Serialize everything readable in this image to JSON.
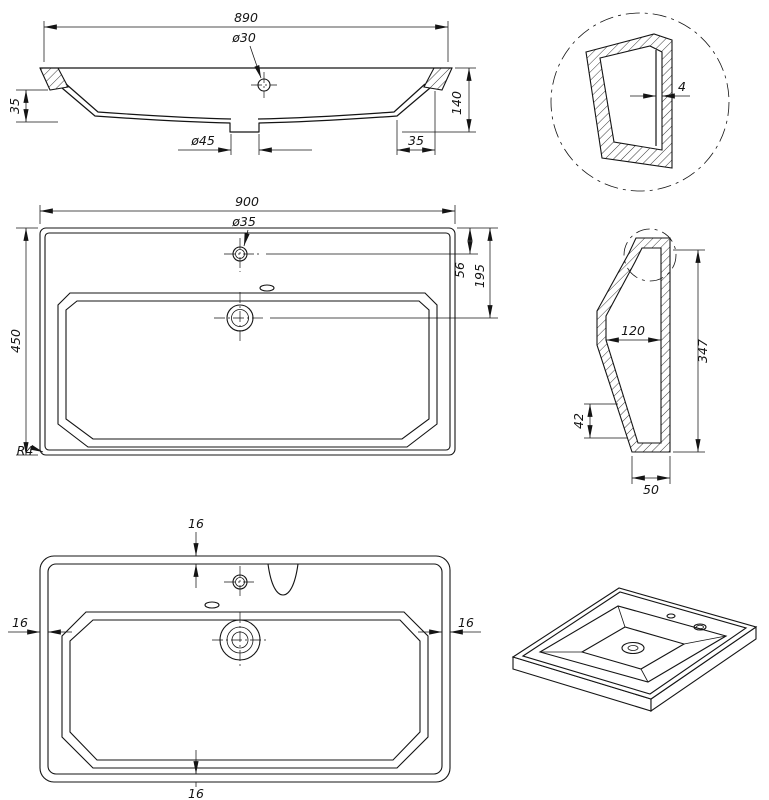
{
  "drawing": {
    "background": "#ffffff",
    "line_color": "#141414"
  },
  "front_view": {
    "width": "890",
    "hole_dia": "ø30",
    "height": "140",
    "offset_left": "35",
    "drain_dia": "ø45",
    "offset_right": "35"
  },
  "detail_view": {
    "thickness": "4"
  },
  "plan_view": {
    "width": "900",
    "hole_dia": "ø35",
    "hole_offset": "56",
    "drain_offset": "195",
    "depth": "450",
    "corner_radius": "R4"
  },
  "side_view": {
    "inner_depth": "120",
    "height": "347",
    "front_height": "42",
    "base_depth": "50"
  },
  "bottom_view": {
    "inset_top": "16",
    "inset_left": "16",
    "inset_right": "16",
    "inset_bottom": "16"
  }
}
